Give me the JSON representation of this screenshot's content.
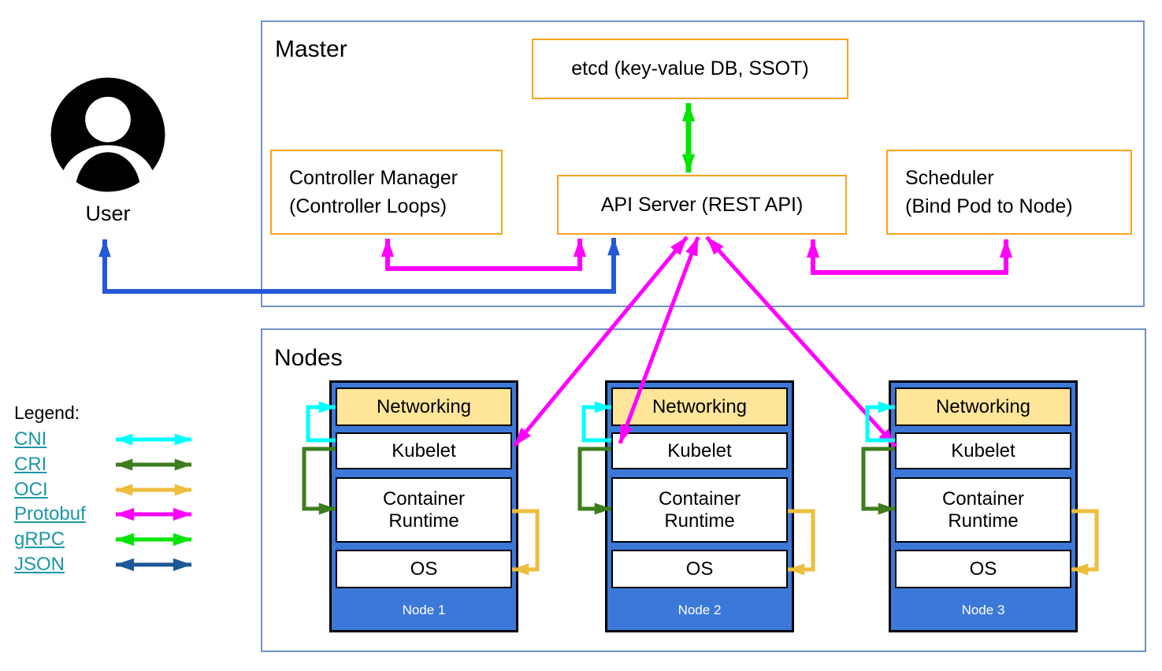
{
  "master": {
    "label": "Master",
    "etcd_label": "etcd (key-value DB, SSOT)",
    "controller_manager": {
      "line1": "Controller Manager",
      "line2": "(Controller Loops)"
    },
    "api_server_label": "API Server (REST API)",
    "scheduler": {
      "line1": "Scheduler",
      "line2": "(Bind Pod to Node)"
    }
  },
  "user": {
    "label": "User"
  },
  "nodes": {
    "label": "Nodes",
    "layers": [
      "Networking",
      "Kubelet",
      "Container Runtime",
      "OS"
    ],
    "items": [
      {
        "name": "Node 1"
      },
      {
        "name": "Node 2"
      },
      {
        "name": "Node 3"
      }
    ]
  },
  "legend": {
    "title": "Legend:",
    "items": [
      {
        "label": "CNI",
        "color": "#00ffff"
      },
      {
        "label": "CRI",
        "color": "#3c7d1e"
      },
      {
        "label": "OCI",
        "color": "#edbd3d"
      },
      {
        "label": "Protobuf",
        "color": "#ff00ff"
      },
      {
        "label": "gRPC",
        "color": "#00e400"
      },
      {
        "label": "JSON",
        "color": "#1d5796"
      }
    ]
  },
  "connections": [
    {
      "from": "User",
      "to": "API Server",
      "protocol": "JSON"
    },
    {
      "from": "etcd",
      "to": "API Server",
      "protocol": "gRPC"
    },
    {
      "from": "Controller Manager",
      "to": "API Server",
      "protocol": "Protobuf"
    },
    {
      "from": "Scheduler",
      "to": "API Server",
      "protocol": "Protobuf"
    },
    {
      "from": "API Server",
      "to": "Kubelet (Node 1)",
      "protocol": "Protobuf"
    },
    {
      "from": "API Server",
      "to": "Kubelet (Node 2)",
      "protocol": "Protobuf"
    },
    {
      "from": "API Server",
      "to": "Kubelet (Node 3)",
      "protocol": "Protobuf"
    },
    {
      "from": "Kubelet",
      "to": "Networking",
      "protocol": "CNI"
    },
    {
      "from": "Kubelet",
      "to": "Container Runtime",
      "protocol": "CRI"
    },
    {
      "from": "Container Runtime",
      "to": "OS",
      "protocol": "OCI"
    }
  ],
  "colors": {
    "component_border_orange": "#f9a21b",
    "group_border_blue": "#6f92c6",
    "node_fill_blue": "#3c78d8",
    "networking_fill": "#ffe599",
    "user_api_arrow_blue": "#2458d8",
    "legend_link_teal": "#1b97a6"
  }
}
